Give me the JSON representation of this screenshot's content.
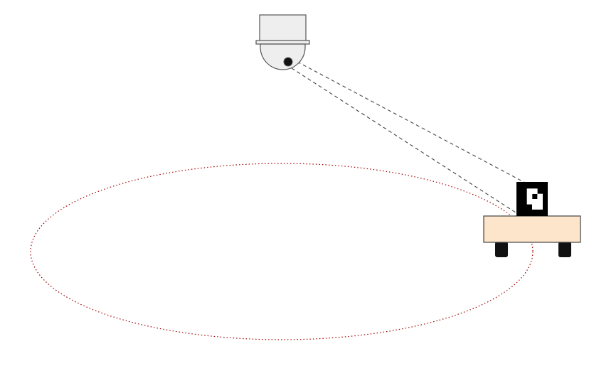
{
  "scene": {
    "description_labels": [],
    "colors": {
      "background": "#ffffff",
      "camera_body": "#eeeeee",
      "camera_stroke": "#555555",
      "lens": "#111111",
      "sight_line": "#444444",
      "trajectory": "#a00000",
      "robot_body": "#fde5cc",
      "robot_stroke": "#444444",
      "marker_black": "#000000",
      "marker_white": "#ffffff",
      "wheel": "#111111"
    },
    "icons": {
      "camera": "dome-camera-icon",
      "robot": "mobile-robot-icon",
      "marker": "fiducial-marker-icon"
    },
    "marker_pattern": [
      [
        0,
        0,
        0,
        0,
        0,
        0
      ],
      [
        0,
        0,
        1,
        1,
        0,
        0
      ],
      [
        0,
        0,
        1,
        0,
        1,
        0
      ],
      [
        0,
        0,
        1,
        1,
        1,
        0
      ],
      [
        0,
        0,
        0,
        1,
        1,
        0
      ],
      [
        0,
        0,
        0,
        0,
        0,
        0
      ]
    ]
  }
}
